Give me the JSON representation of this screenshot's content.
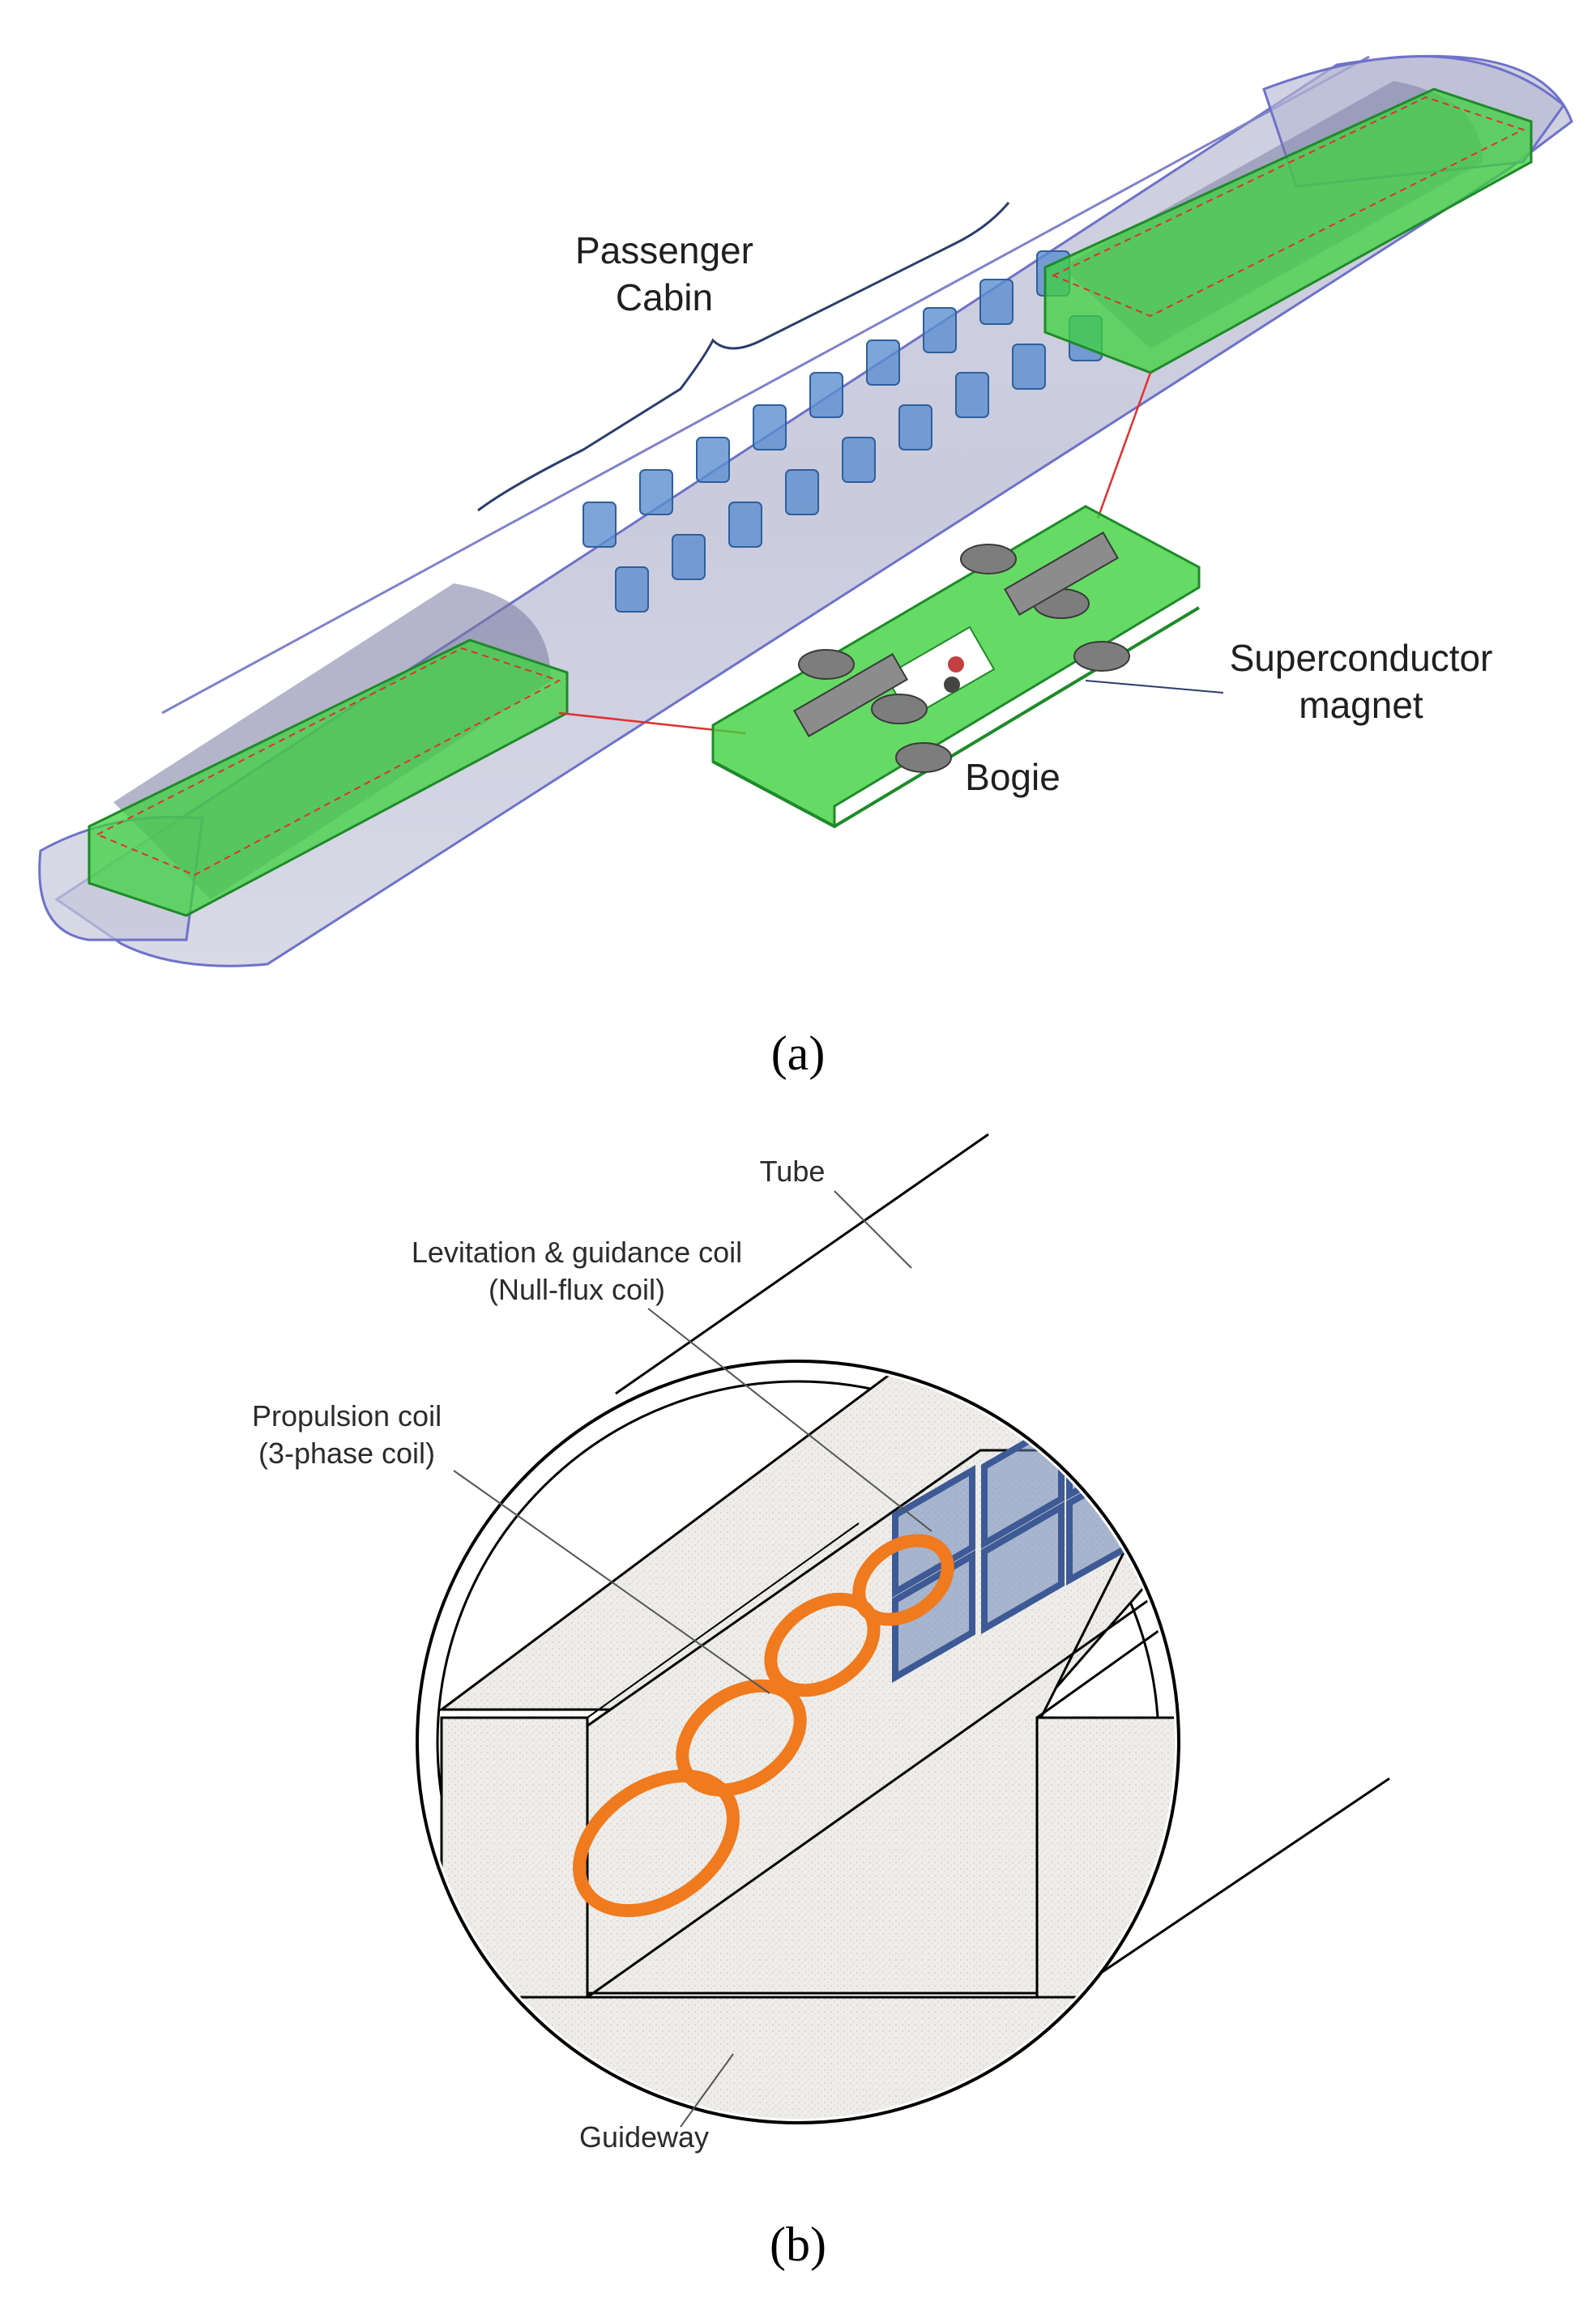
{
  "figure": {
    "panel_a": {
      "tag": "(a)",
      "labels": {
        "passenger_cabin_line1": "Passenger",
        "passenger_cabin_line2": "Cabin",
        "superconductor_line1": "Superconductor",
        "superconductor_line2": "magnet",
        "bogie": "Bogie"
      }
    },
    "panel_b": {
      "tag": "(b)",
      "labels": {
        "tube": "Tube",
        "levitation_line1": "Levitation & guidance coil",
        "levitation_line2": "(Null-flux coil)",
        "propulsion_line1": "Propulsion coil",
        "propulsion_line2": "(3-phase coil)",
        "guideway": "Guideway"
      }
    }
  },
  "colors": {
    "hull": "#8f93b8",
    "hull_outline": "#6e72c9",
    "bogie_green": "#3ed23e",
    "bogie_dark": "#1f8a2a",
    "seat_blue": "#5b8fd0",
    "brace": "#2b3d6e",
    "leader_red": "#e03030",
    "coil_orange": "#f07a1e",
    "nullflux_blue": "#3d5a96",
    "concrete": "#ecebe8"
  }
}
